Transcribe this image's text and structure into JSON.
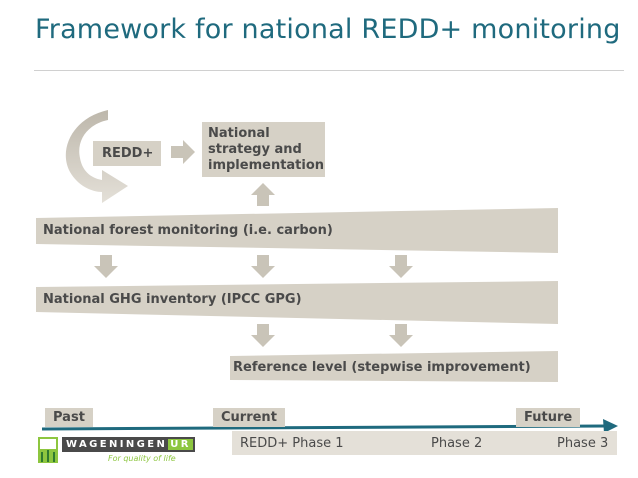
{
  "slide": {
    "title": "Framework for national REDD+ monitoring"
  },
  "boxes": {
    "redd": "REDD+",
    "strategy_line1": "National",
    "strategy_line2": "strategy and",
    "strategy_line3": "implementation"
  },
  "bands": {
    "forest_monitoring": "National forest monitoring (i.e. carbon)",
    "ghg_inventory": "National GHG inventory (IPCC GPG)",
    "reference_level": "Reference level (stepwise improvement)"
  },
  "timeline": {
    "past": "Past",
    "current": "Current",
    "future": "Future"
  },
  "phases": {
    "phase1": "REDD+ Phase 1",
    "phase2": "Phase 2",
    "phase3": "Phase 3"
  },
  "logo": {
    "name_main": "WAGENINGEN",
    "name_ur": "UR",
    "tagline": "For quality of life"
  },
  "colors": {
    "title": "#1f6a7e",
    "box_fill": "#d6d1c6",
    "arrow_fill": "#c9c4b8",
    "timeline": "#1f6a7e",
    "logo_green": "#8dc63f"
  }
}
